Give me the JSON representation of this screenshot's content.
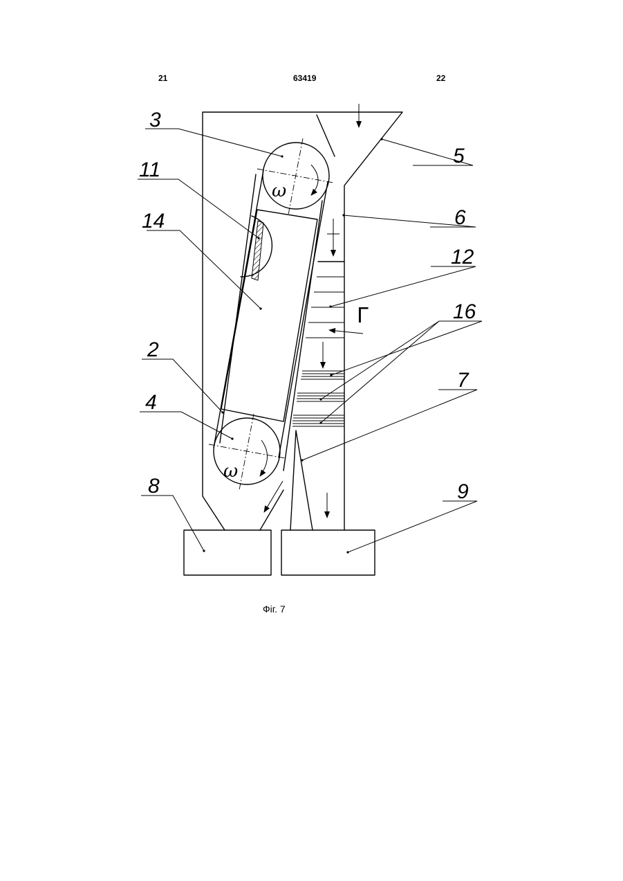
{
  "header": {
    "left": "21",
    "center": "63419",
    "right": "22"
  },
  "caption": "Фіг. 7",
  "reference_labels": {
    "r2": "2",
    "r3": "3",
    "r4": "4",
    "r5": "5",
    "r6": "6",
    "r7": "7",
    "r8": "8",
    "r9": "9",
    "r11": "11",
    "r12": "12",
    "r14": "14",
    "r16": "16"
  },
  "symbols": {
    "omega": "ω",
    "gamma": "Г"
  }
}
